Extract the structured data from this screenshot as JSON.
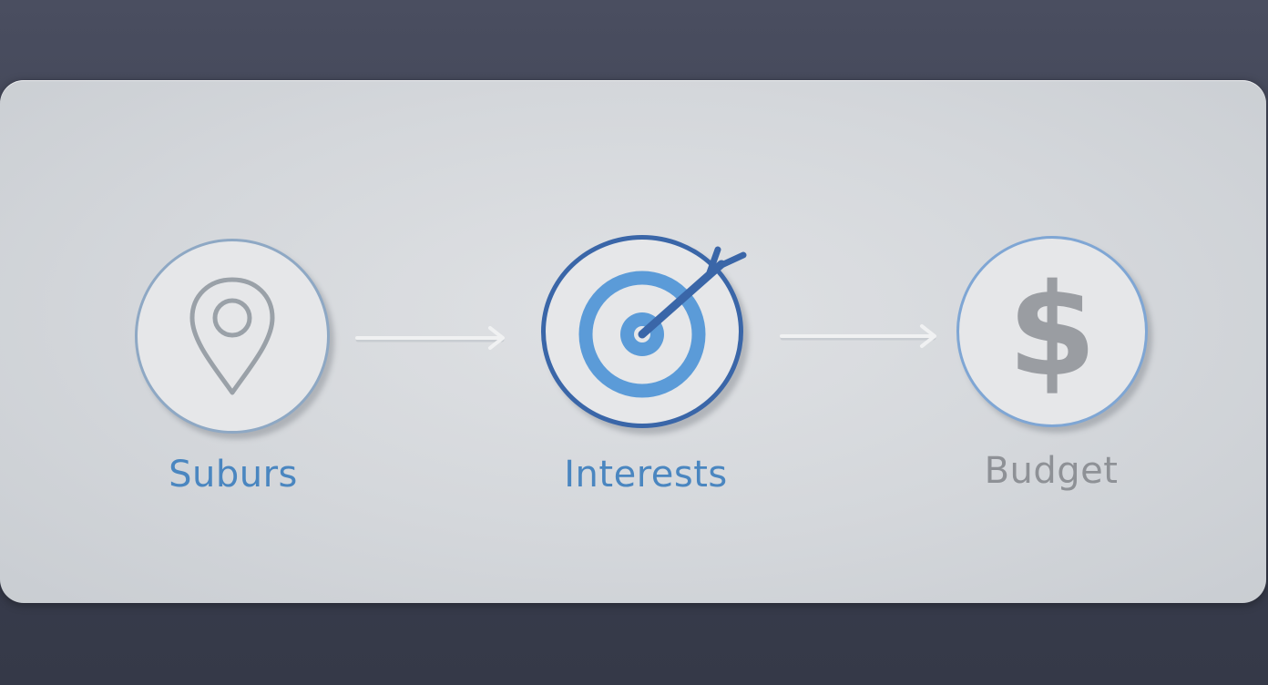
{
  "steps": [
    {
      "label": "Suburs",
      "icon": "location-pin-icon",
      "label_color": "#4a86c0",
      "ring_color": "#8ea8c4"
    },
    {
      "label": "Interests",
      "icon": "target-dart-icon",
      "label_color": "#4a86c0",
      "ring_color": "#3a66a8"
    },
    {
      "label": "Budget",
      "icon": "dollar-sign-icon",
      "label_color": "#8e9196",
      "ring_color": "#7fa6d4"
    }
  ],
  "colors": {
    "background": "#3e4253",
    "card": "#d6d9dd",
    "arrow": "#f0f1f2"
  }
}
